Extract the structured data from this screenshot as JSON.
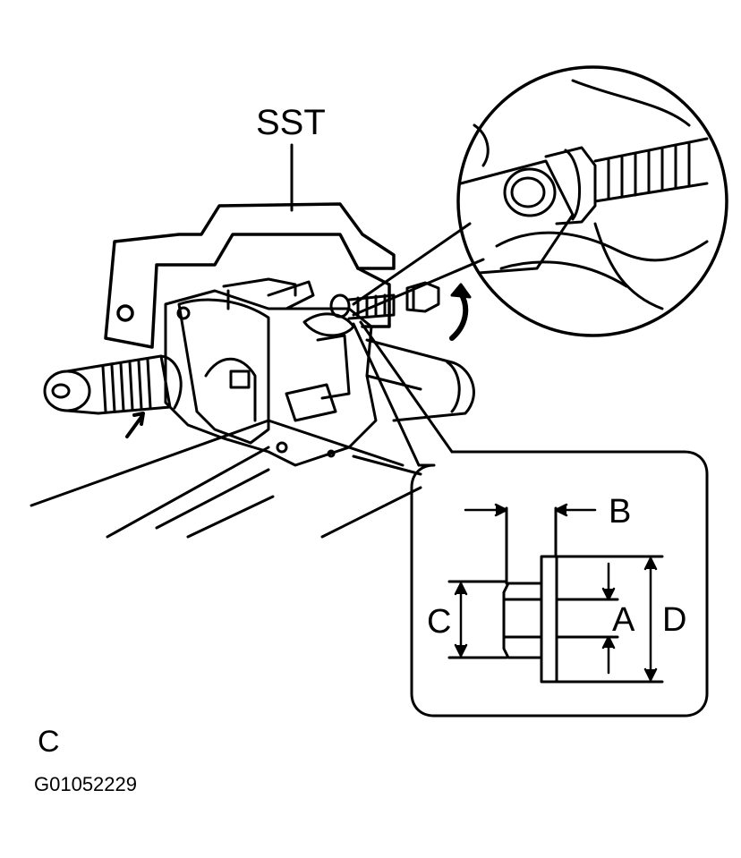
{
  "labels": {
    "tool": "SST",
    "dim_a": "A",
    "dim_b": "B",
    "dim_c": "C",
    "dim_d": "D",
    "figure_letter": "C",
    "figure_code": "G01052229"
  },
  "colors": {
    "line": "#000000",
    "background": "#ffffff"
  },
  "icons": {
    "rotation_arrow": "curved-arrow-icon",
    "pointer_arrow": "pointer-arrow-icon"
  }
}
